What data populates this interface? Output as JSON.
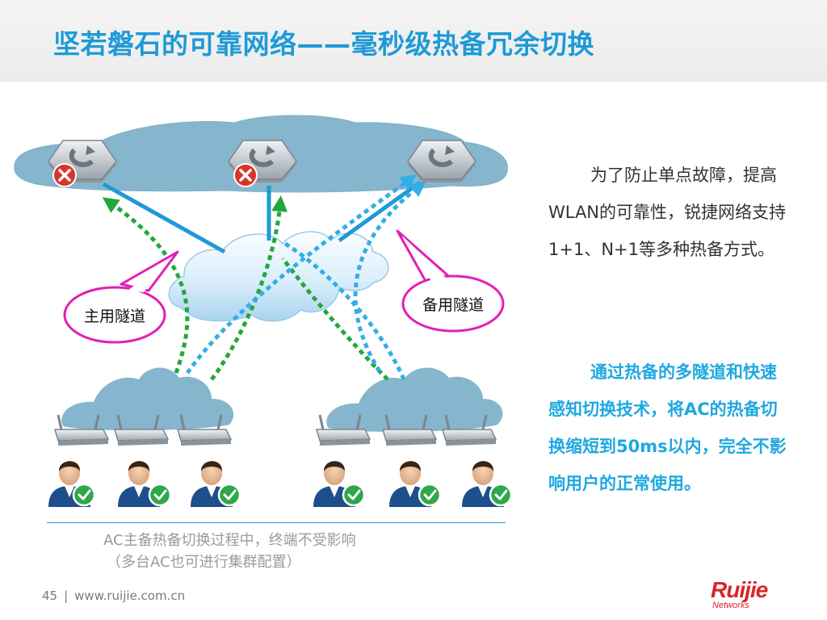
{
  "title": "坚若磐石的可靠网络——毫秒级热备冗余切换",
  "diagram": {
    "callout_left": "主用隧道",
    "callout_right": "备用隧道"
  },
  "text": {
    "para1": "为了防止单点故障，提高WLAN的可靠性，锐捷网络支持1+1、N+1等多种热备方式。",
    "para2": "通过热备的多隧道和快速感知切换技术，将AC的热备切换缩短到50ms以内，完全不影响用户的正常使用。"
  },
  "caption": {
    "line1": "AC主备热备切换过程中，终端不受影响",
    "line2": "（多台AC也可进行集群配置）"
  },
  "footer": {
    "page_number": "45",
    "separator": "|",
    "url": "www.ruijie.com.cn"
  },
  "logo": {
    "brand": "Ruijie",
    "sub": "Networks"
  },
  "colors": {
    "title": "#1e9ad6",
    "highlight_text": "#1ea8e0",
    "active_tunnel": "#22a83a",
    "backup_tunnel": "#33aee6",
    "link": "#1e9ad6",
    "callout_border": "#e020b8",
    "fail_mark": "#d9342b",
    "ok_mark": "#2ea84a",
    "logo": "#d6262b"
  }
}
